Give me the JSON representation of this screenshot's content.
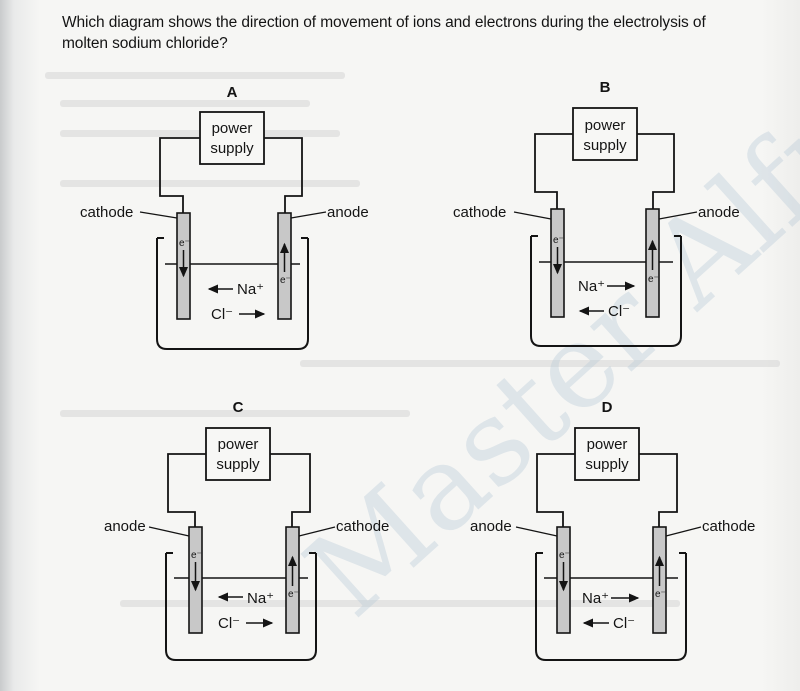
{
  "question": "Which diagram shows the direction of movement of ions and electrons during the electrolysis of\nmolten sodium chloride?",
  "watermark": "Master Alfred",
  "diagrams": [
    {
      "letter": "A",
      "supply_line1": "power",
      "supply_line2": "supply",
      "left_label": "cathode",
      "right_label": "anode",
      "left_electron": "e⁻",
      "right_electron": "e⁻",
      "ion_top": "Na⁺",
      "ion_bottom": "Cl⁻"
    },
    {
      "letter": "B",
      "supply_line1": "power",
      "supply_line2": "supply",
      "left_label": "cathode",
      "right_label": "anode",
      "left_electron": "e⁻",
      "right_electron": "e⁻",
      "ion_top": "Na⁺",
      "ion_bottom": "Cl⁻"
    },
    {
      "letter": "C",
      "supply_line1": "power",
      "supply_line2": "supply",
      "left_label": "anode",
      "right_label": "cathode",
      "left_electron": "e⁻",
      "right_electron": "e⁻",
      "ion_top": "Na⁺",
      "ion_bottom": "Cl⁻"
    },
    {
      "letter": "D",
      "supply_line1": "power",
      "supply_line2": "supply",
      "left_label": "anode",
      "right_label": "cathode",
      "left_electron": "e⁻",
      "right_electron": "e⁻",
      "ion_top": "Na⁺",
      "ion_bottom": "Cl⁻"
    }
  ]
}
